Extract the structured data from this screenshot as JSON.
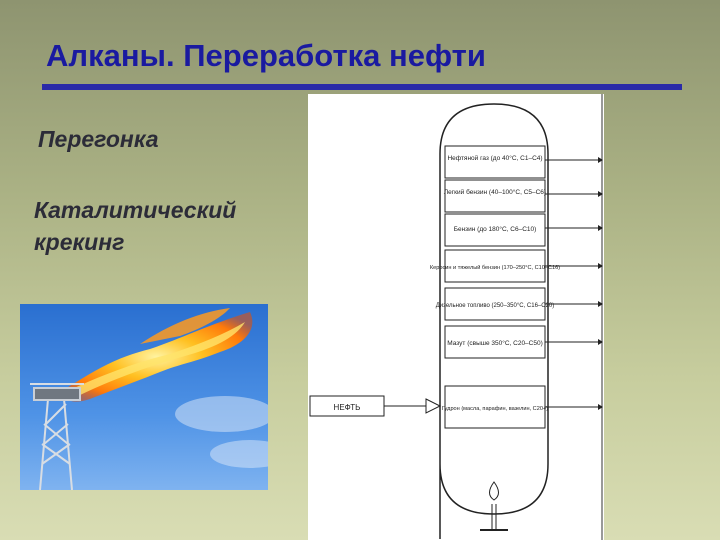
{
  "slide": {
    "title": "Алканы. Переработка нефти",
    "bullet1": "Перегонка",
    "bullet2": "Каталитический крекинг"
  },
  "diagram": {
    "fractions": [
      "Нефтяной газ (до 40°C, C1–C4)",
      "Легкий бензин (40–100°C, C5–C6)",
      "Бензин (до 180°C, C6–C10)",
      "Керосин и тяжелый бензин (170–250°C, C10–C16)",
      "Дизельное топливо (250–350°C, C16–C20)",
      "Мазут (свыше 350°C, C20–C50)"
    ],
    "residue": "Гудрон (масла, парафин, вазелин, C20+)",
    "input_label": "НЕФТЬ"
  },
  "colors": {
    "title": "#1a1aa0",
    "rule": "#2a2aa8",
    "text": "#2c2c38"
  }
}
